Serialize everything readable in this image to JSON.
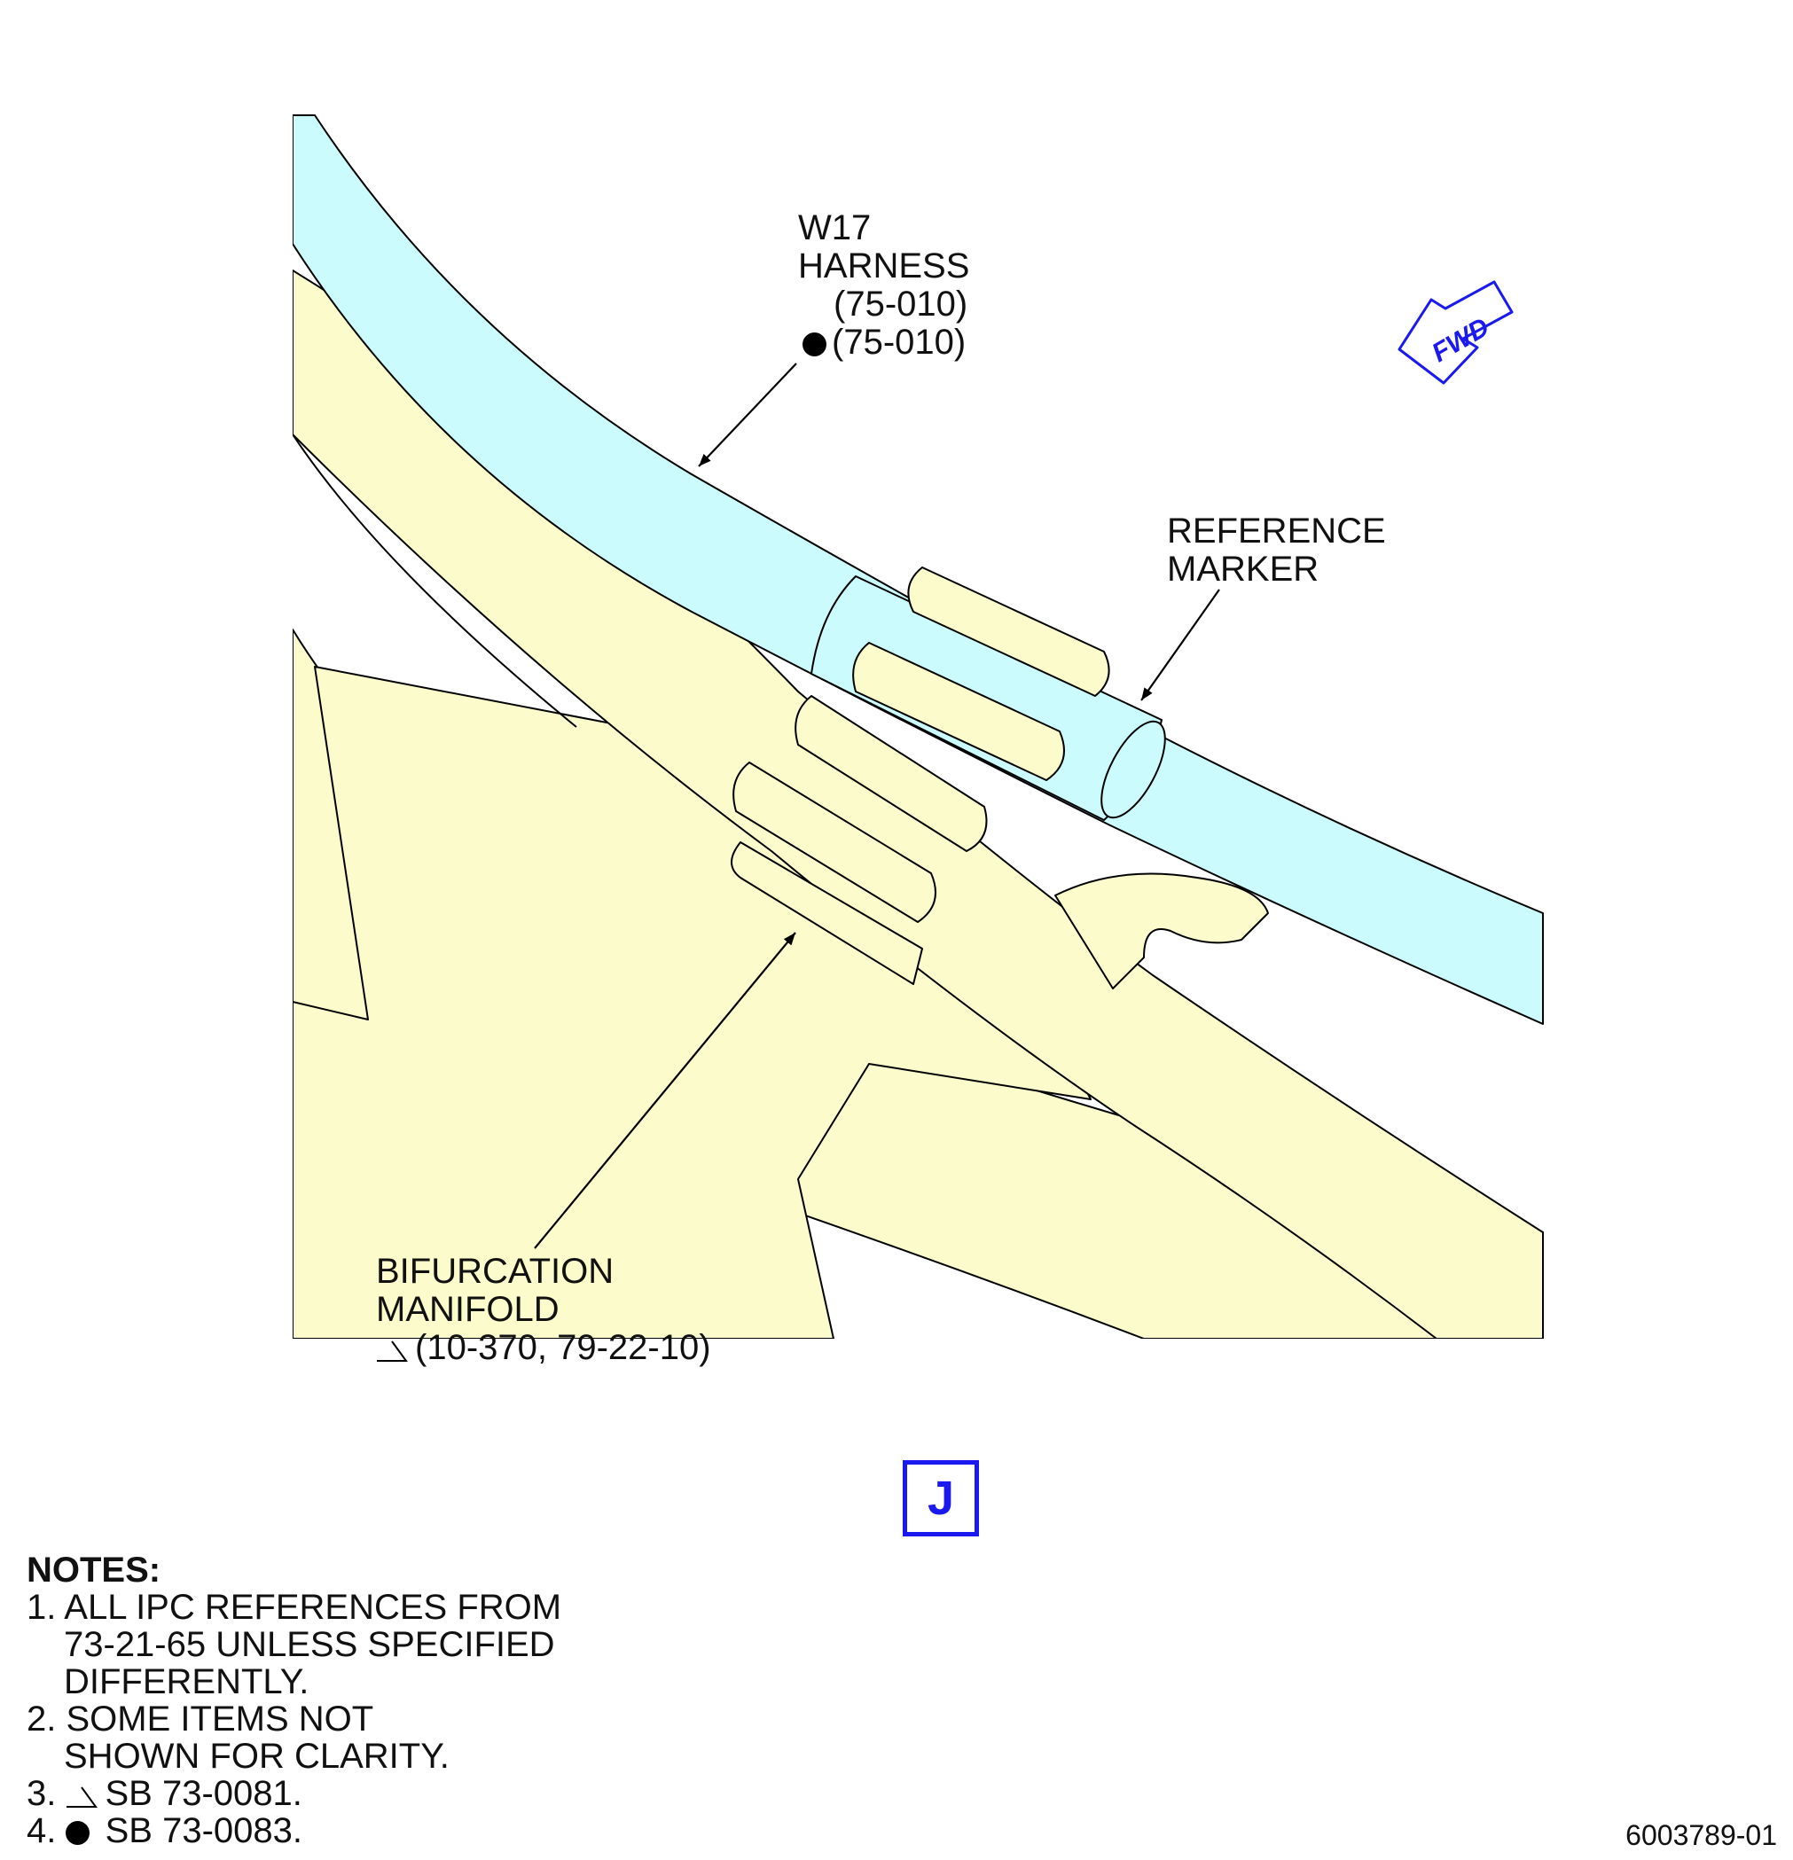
{
  "colors": {
    "harness_fill": "#ccfbfd",
    "manifold_fill": "#fbfbcb",
    "outline": "#000000",
    "accent_blue": "#1a1af0"
  },
  "labels": {
    "harness": {
      "line1": "W17",
      "line2": "HARNESS",
      "ref1": "(75-010)",
      "ref2": "(75-010)",
      "ref2_symbol": "filled-circle"
    },
    "marker": {
      "line1": "REFERENCE",
      "line2": "MARKER"
    },
    "manifold": {
      "line1": "BIFURCATION",
      "line2": "MANIFOLD",
      "ref": "(10-370, 79-22-10)",
      "ref_symbol": "triangle"
    },
    "fwd": "FWD"
  },
  "view_id": "J",
  "notes": {
    "title": "NOTES:",
    "items": [
      {
        "num": "1.",
        "lines": [
          "ALL IPC REFERENCES FROM",
          "73-21-65 UNLESS SPECIFIED",
          "DIFFERENTLY."
        ]
      },
      {
        "num": "2.",
        "lines": [
          "SOME ITEMS NOT",
          "SHOWN FOR CLARITY."
        ]
      },
      {
        "num": "3.",
        "symbol": "triangle",
        "lines": [
          "SB 73-0081."
        ]
      },
      {
        "num": "4.",
        "symbol": "filled-circle",
        "lines": [
          "SB 73-0083."
        ]
      }
    ]
  },
  "drawing_number": "6003789-01"
}
